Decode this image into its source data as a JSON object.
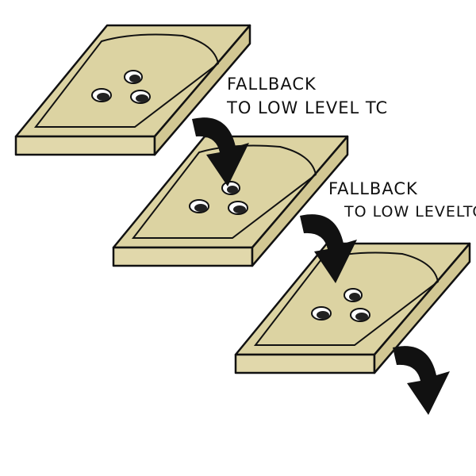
{
  "colors": {
    "plate_top": "#dcd3a2",
    "plate_front": "#e1d8ab",
    "plate_side": "#d2c793",
    "ink": "#111111",
    "hole": "#222222"
  },
  "labels": [
    {
      "line1": "FALLBACK",
      "line2": "TO LOW LEVEL TC"
    },
    {
      "line1": "FALLBACK",
      "line2": "TO LOW LEVELTC"
    }
  ]
}
